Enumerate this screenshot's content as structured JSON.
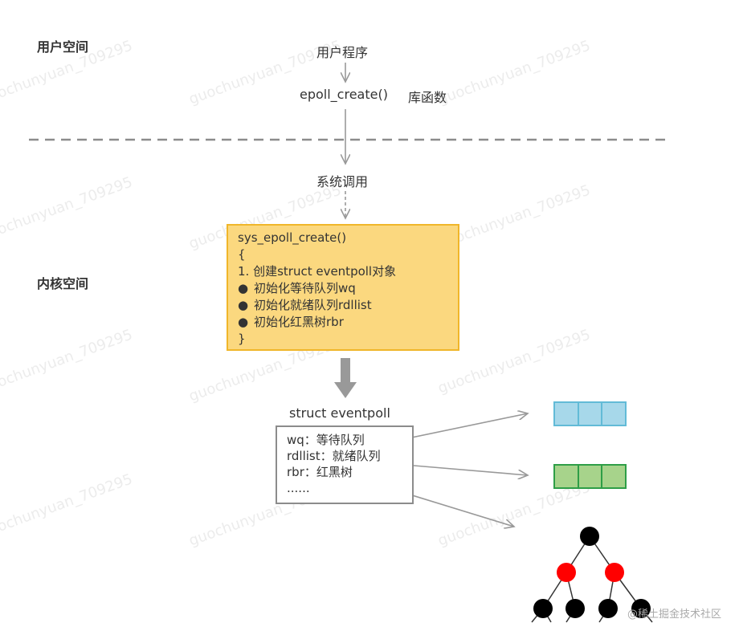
{
  "sections": {
    "user_space": "用户空间",
    "kernel_space": "内核空间"
  },
  "nodes": {
    "user_program": "用户程序",
    "epoll_create": "epoll_create()",
    "library_function": "库函数",
    "system_call": "系统调用"
  },
  "sys_box": {
    "lines": [
      "sys_epoll_create()",
      "{",
      "1.   创建struct eventpoll对象",
      "初始化等待队列wq",
      "初始化就绪队列rdllist",
      "初始化红黑树rbr",
      "}"
    ],
    "bullet": "●"
  },
  "eventpoll": {
    "title": "struct eventpoll",
    "fields": [
      "wq：等待队列",
      "rdllist：就绪队列",
      "rbr：红黑树",
      "......"
    ]
  },
  "colors": {
    "sys_box_fill": "#fbd87f",
    "sys_box_border": "#f0b62a",
    "wq_fill": "#a7d8ea",
    "wq_border": "#62bbd7",
    "rdllist_fill": "#a7d38b",
    "rdllist_border": "#2e9e47",
    "tree_black": "#000000",
    "tree_red": "#ff0000",
    "arrow": "#999999"
  },
  "watermark": "guochunyuan_709295",
  "credit": "@稀土掘金技术社区"
}
